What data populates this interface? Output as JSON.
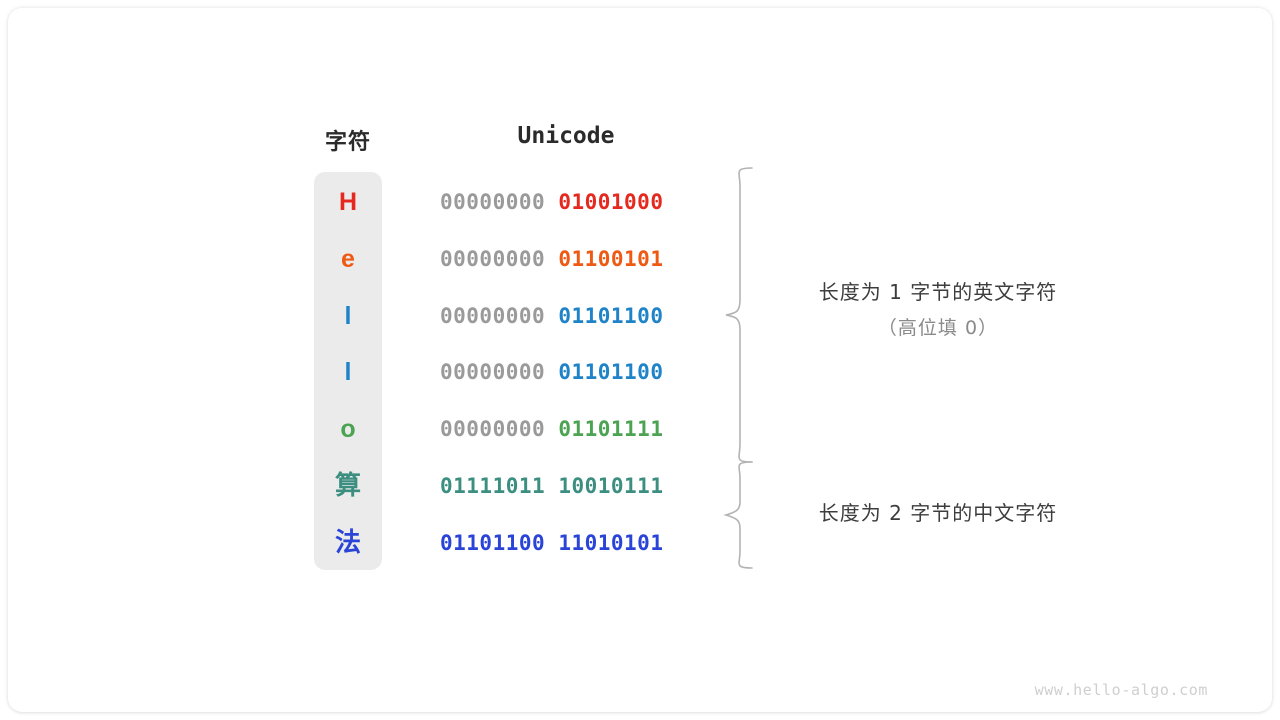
{
  "figure": {
    "background": "#ffffff",
    "card_background": "#ffffff",
    "pill_background": "#ebebeb",
    "high_byte_color": "#9a9a9a",
    "brace_color": "#b0b0b0"
  },
  "headers": {
    "char_label": "字符",
    "unicode_label": "Unicode"
  },
  "rows": [
    {
      "char": "H",
      "char_color": "#e5291f",
      "high_byte": "00000000",
      "low_byte": "01001000",
      "code_color": "#e5291f",
      "is_cjk": false
    },
    {
      "char": "e",
      "char_color": "#ee5a14",
      "high_byte": "00000000",
      "low_byte": "01100101",
      "code_color": "#ee5a14",
      "is_cjk": false
    },
    {
      "char": "l",
      "char_color": "#1f83c8",
      "high_byte": "00000000",
      "low_byte": "01101100",
      "code_color": "#1f83c8",
      "is_cjk": false
    },
    {
      "char": "l",
      "char_color": "#1f83c8",
      "high_byte": "00000000",
      "low_byte": "01101100",
      "code_color": "#1f83c8",
      "is_cjk": false
    },
    {
      "char": "o",
      "char_color": "#4ca352",
      "high_byte": "00000000",
      "low_byte": "01101111",
      "code_color": "#4ca352",
      "is_cjk": false
    },
    {
      "char": "算",
      "char_color": "#3c8f80",
      "high_byte": "01111011",
      "low_byte": "10010111",
      "code_color": "#3c8f80",
      "is_cjk": true
    },
    {
      "char": "法",
      "char_color": "#2a44d8",
      "high_byte": "01101100",
      "low_byte": "11010101",
      "code_color": "#2a44d8",
      "is_cjk": true
    }
  ],
  "annotations": [
    {
      "main": "长度为 1 字节的英文字符",
      "sub": "（高位填 0）"
    },
    {
      "main": "长度为 2 字节的中文字符",
      "sub": ""
    }
  ],
  "watermark": "www.hello-algo.com"
}
